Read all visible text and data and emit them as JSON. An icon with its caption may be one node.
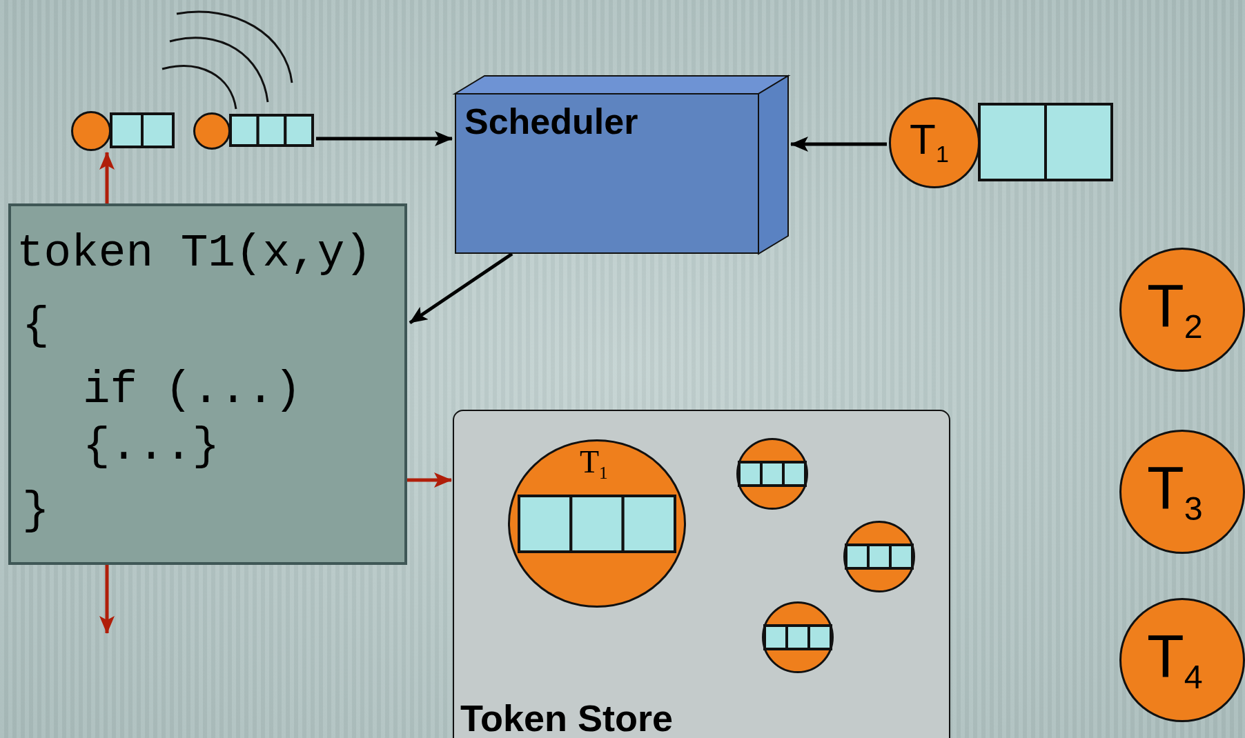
{
  "diagram": {
    "nodes": [
      {
        "text": [],
        "shape": "circle"
      },
      {
        "text": [],
        "shape": "circle"
      },
      {
        "text": [
          "Scheduler"
        ]
      },
      {
        "text": [
          "T$_{1}$"
        ]
      },
      {
        "text": [
          "token T1(x,y)",
          "{",
          "if (...)",
          "{...}",
          "}"
        ]
      },
      {
        "text": [
          "Token Store"
        ]
      },
      {
        "text": [
          "T$_{1}$"
        ],
        "in": 5
      },
      {
        "text": [],
        "shape": "circle",
        "in": 5
      },
      {
        "text": [],
        "shape": "circle",
        "in": 5
      },
      {
        "text": [],
        "shape": "circle",
        "in": 5
      },
      {
        "text": [
          "T$_{2}$"
        ]
      },
      {
        "text": [
          "T$_{3}$"
        ]
      },
      {
        "text": [
          "T$_{4}$"
        ]
      }
    ],
    "edges": [
      {
        "from": 1,
        "to": 2,
        "arrow": "to"
      },
      {
        "from": 3,
        "to": 2,
        "arrow": "to"
      },
      {
        "from": 2,
        "to": 4,
        "arrow": "to"
      },
      {
        "from": 4,
        "to": 0,
        "arrow": "to",
        "color": "#b01e0a"
      },
      {
        "from": 4,
        "to": null,
        "arrow": "to",
        "color": "#b01e0a"
      },
      {
        "from": 4,
        "to": 5,
        "arrow": "to",
        "color": "#b01e0a"
      }
    ]
  }
}
